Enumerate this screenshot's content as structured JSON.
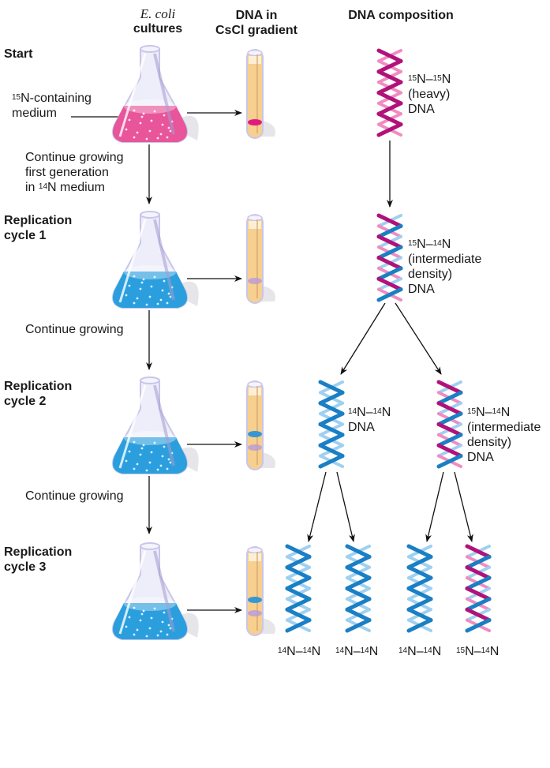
{
  "headers": {
    "col1_line1": "E. coli",
    "col1_line2": "cultures",
    "col2_line1": "DNA in",
    "col2_line2": "CsCl gradient",
    "col3": "DNA composition"
  },
  "stages": [
    {
      "label_line1": "Start",
      "label_line2": "",
      "medium_color": "#e8559a",
      "tube_bands": [
        "heavy"
      ],
      "medium_note_sup": "15",
      "medium_note_rest": "N-containing",
      "medium_note_line2": "medium"
    },
    {
      "label_line1": "Replication",
      "label_line2": "cycle 1",
      "medium_color": "#2b9fde",
      "tube_bands": [
        "intermediate"
      ]
    },
    {
      "label_line1": "Replication",
      "label_line2": "cycle 2",
      "medium_color": "#2b9fde",
      "tube_bands": [
        "light",
        "intermediate"
      ]
    },
    {
      "label_line1": "Replication",
      "label_line2": "cycle 3",
      "medium_color": "#2b9fde",
      "tube_bands": [
        "light",
        "intermediate"
      ]
    }
  ],
  "transitions": [
    {
      "line1": "Continue growing",
      "line2": "first generation",
      "line3_pre": "in ",
      "line3_sup": "14",
      "line3_post": "N medium"
    },
    {
      "line1": "Continue growing"
    },
    {
      "line1": "Continue growing"
    }
  ],
  "dna": {
    "start": {
      "a_sup": "15",
      "b_sup": "15",
      "line2": "(heavy)",
      "line3": "DNA",
      "strands": "heavy"
    },
    "cycle1": {
      "a_sup": "15",
      "b_sup": "14",
      "line2": "(intermediate",
      "line3": "density)",
      "line4": "DNA",
      "strands": "hybrid"
    },
    "cycle2_left": {
      "a_sup": "14",
      "b_sup": "14",
      "line2": "DNA",
      "strands": "light"
    },
    "cycle2_right": {
      "a_sup": "15",
      "b_sup": "14",
      "line2": "(intermediate",
      "line3": "density)",
      "line4": "DNA",
      "strands": "hybrid"
    },
    "cycle3": [
      {
        "a_sup": "14",
        "b_sup": "14",
        "strands": "light"
      },
      {
        "a_sup": "14",
        "b_sup": "14",
        "strands": "light"
      },
      {
        "a_sup": "14",
        "b_sup": "14",
        "strands": "light"
      },
      {
        "a_sup": "15",
        "b_sup": "14",
        "strands": "hybrid"
      }
    ],
    "element": "N",
    "dash": "–"
  },
  "colors": {
    "heavy_dark": "#b0127a",
    "heavy_light": "#f08cc0",
    "light_dark": "#1a7fc4",
    "light_light": "#9fd0f0",
    "tube_fill": "#f7cf8e",
    "glass": "#c9c6ea",
    "band_heavy": "#e0107f",
    "band_intermediate": "#b89ad8",
    "band_light": "#2a95d8"
  }
}
